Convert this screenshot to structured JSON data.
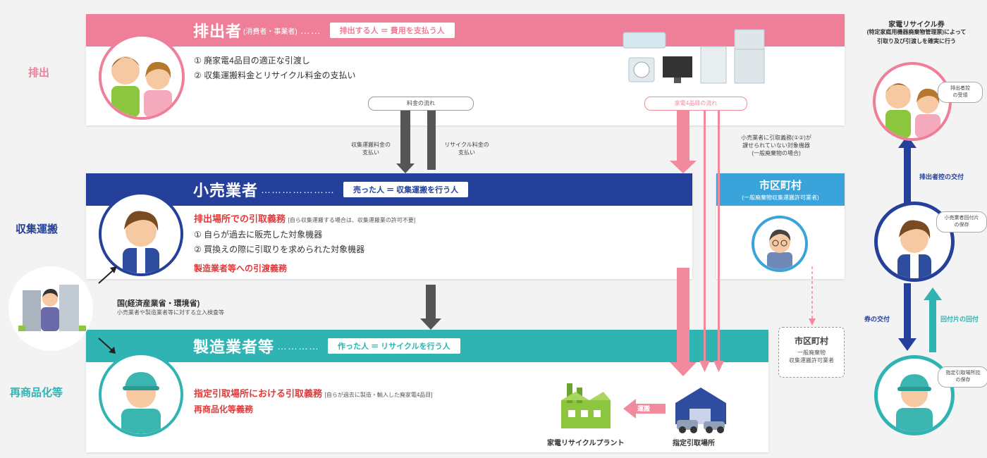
{
  "rows": {
    "discharge": "排出",
    "collection": "収集運搬",
    "recycling": "再商品化等"
  },
  "discharger": {
    "title": "排出者",
    "subtitle": "(消費者・事業者)",
    "dots": "……",
    "tag": "排出する人 ＝ 費用を支払う人",
    "items": [
      "① 廃家電4品目の適正な引渡し",
      "② 収集運搬料金とリサイクル料金の支払い"
    ]
  },
  "retailer": {
    "title": "小売業者",
    "dots": "…………………",
    "tag": "売った人 ＝ 収集運搬を行う人",
    "duty1": "排出場所での引取義務",
    "duty1_note": "[自ら収集運搬する場合は、収集運搬業の許可不要]",
    "items": [
      "① 自らが過去に販売した対象機器",
      "② 買換えの際に引取りを求められた対象機器"
    ],
    "duty2": "製造業者等への引渡義務"
  },
  "manufacturer": {
    "title": "製造業者等",
    "dots": "…………",
    "tag": "作った人 ＝ リサイクルを行う人",
    "duty1": "指定引取場所における引取義務",
    "duty1_note": "[自らが過去に製造・輸入した廃家電4品目]",
    "duty2": "再商品化等義務"
  },
  "flows": {
    "fee_flow": "料金の流れ",
    "appliance_flow": "家電4品目の流れ",
    "collection_fee": "収集運搬料金の\n支払い",
    "recycling_fee": "リサイクル料金の\n支払い",
    "no_obligation": "小売業者に引取義務(①②)が\n課せられていない対象機器\n(一般廃棄物の場合)",
    "transport": "運搬"
  },
  "municipality": {
    "title": "市区町村",
    "sub": "(一般廃棄物収集運搬許可業者)",
    "box_title": "市区町村",
    "box_sub": "一般廃棄物\n収集運搬許可業者"
  },
  "government": {
    "title": "国(経済産業省・環境省)",
    "sub": "小売業者や製造業者等に対する立入検査等"
  },
  "facilities": {
    "plant": "家電リサイクルプラント",
    "designated": "指定引取場所"
  },
  "ticket": {
    "title": "家電リサイクル券",
    "sub": "(特定家庭用機器廃棄物管理票)によって",
    "sub2": "引取り及び引渡しを確実に行う",
    "bubble1": "排出者控\nの受領",
    "bubble2": "小売業者回付片\nの保存",
    "bubble3": "指定引取場所控\nの保存",
    "arrow1": "排出者控の交付",
    "arrow2": "券の交付",
    "arrow3": "回付片の回付"
  },
  "colors": {
    "pink": "#ef7f98",
    "navy": "#24409a",
    "teal": "#2fb3b3",
    "lightblue": "#3aa3da",
    "red": "#e23a3a",
    "arrow_pink": "#f08a9c",
    "arrow_gray": "#555555"
  }
}
